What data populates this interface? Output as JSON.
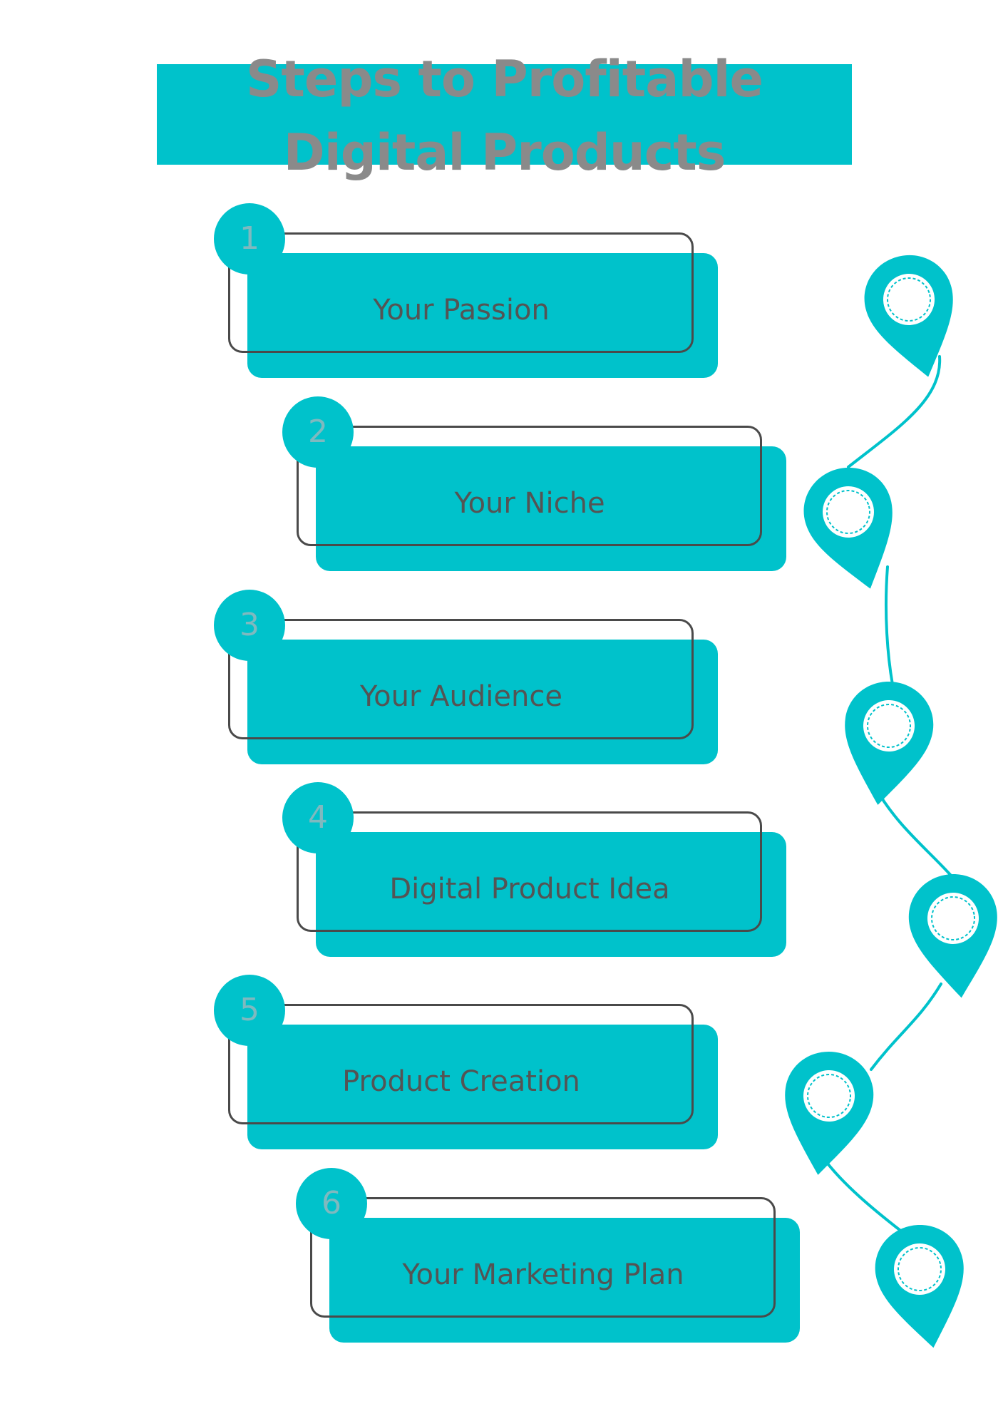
{
  "title": "Steps to Profitable Digital Products",
  "title_lines": [
    "Steps to Profitable",
    "Digital Products"
  ],
  "colors": {
    "accent": "#00c2cb",
    "title_text": "#8a8a8a",
    "label_text": "#545454",
    "outline": "#4a4a4a",
    "badge_number": "#7fb9bf"
  },
  "steps": [
    {
      "number": "1",
      "label": "Your Passion"
    },
    {
      "number": "2",
      "label": "Your Niche"
    },
    {
      "number": "3",
      "label": "Your Audience"
    },
    {
      "number": "4",
      "label": "Digital Product Idea"
    },
    {
      "number": "5",
      "label": "Product Creation"
    },
    {
      "number": "6",
      "label": "Your Marketing Plan"
    }
  ],
  "pin_icons": [
    "map-pin-icon",
    "map-pin-icon",
    "map-pin-icon",
    "map-pin-icon",
    "map-pin-icon",
    "map-pin-icon"
  ]
}
